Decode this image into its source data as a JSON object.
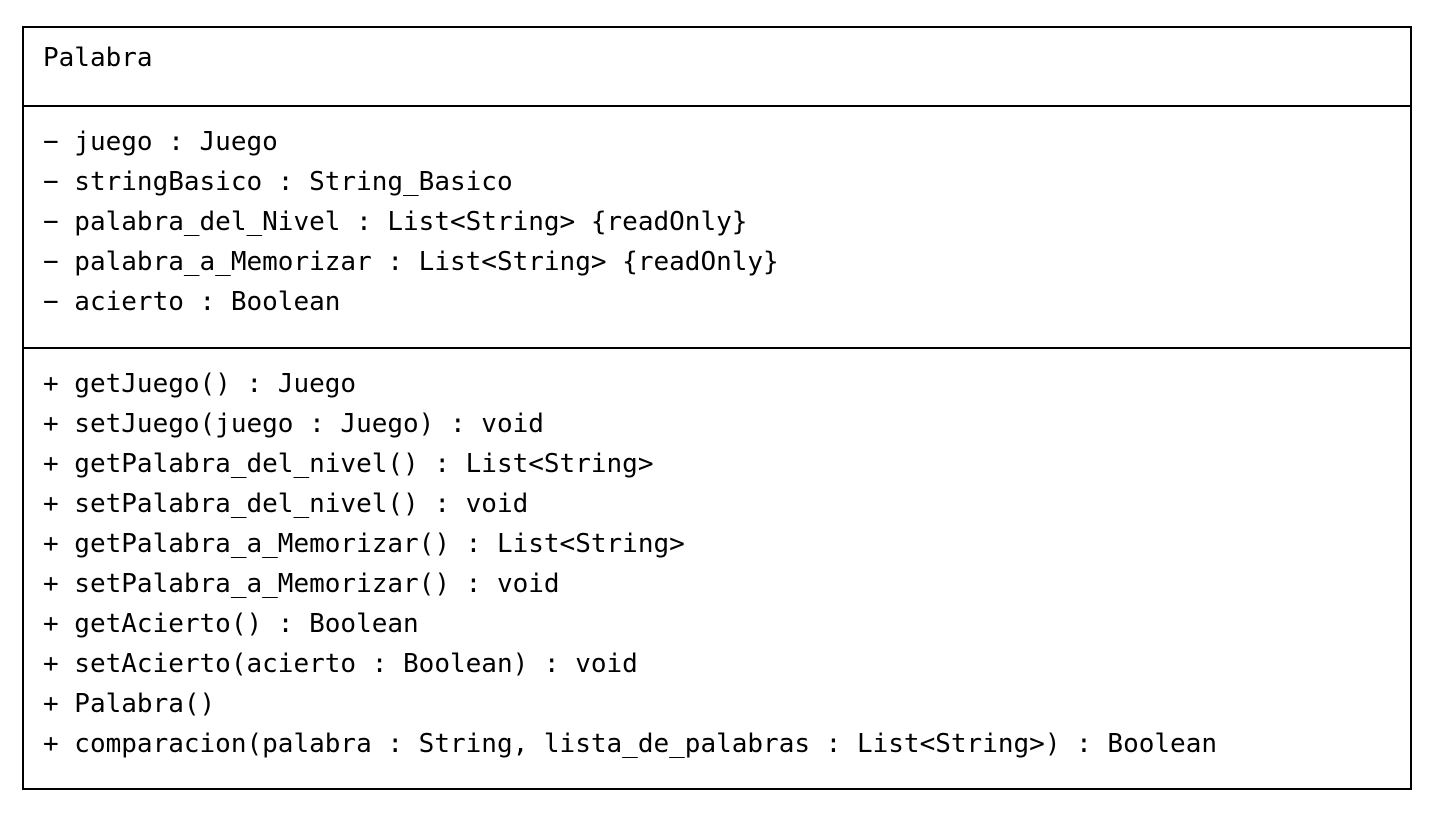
{
  "class": {
    "name": "Palabra",
    "attributes": [
      "− juego : Juego",
      "− stringBasico : String_Basico",
      "− palabra_del_Nivel : List<String> {readOnly}",
      "− palabra_a_Memorizar : List<String> {readOnly}",
      "− acierto : Boolean"
    ],
    "operations": [
      "+ getJuego() : Juego",
      "+ setJuego(juego : Juego) : void",
      "+ getPalabra_del_nivel() : List<String>",
      "+ setPalabra_del_nivel() : void",
      "+ getPalabra_a_Memorizar() : List<String>",
      "+ setPalabra_a_Memorizar() : void",
      "+ getAcierto() : Boolean",
      "+ setAcierto(acierto : Boolean) : void",
      "+ Palabra()",
      "+ comparacion(palabra : String, lista_de_palabras : List<String>) : Boolean"
    ]
  }
}
